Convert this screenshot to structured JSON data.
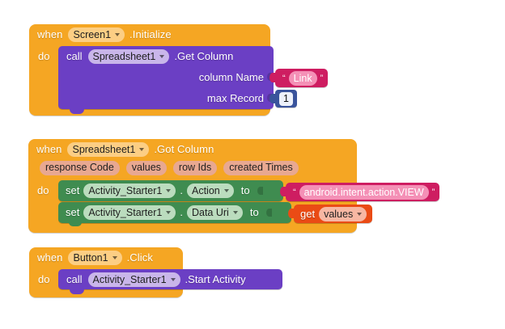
{
  "app": {
    "name": "MIT App Inventor Blocks Editor",
    "canvas_background": "#ffffff"
  },
  "palette": {
    "event_orange": "#F5A623",
    "method_purple": "#6B3FC4",
    "setter_green": "#3F8C50",
    "text_pink": "#CE1D61",
    "number_blue": "#3A549C",
    "variable_red": "#EA4B15",
    "param_chip": "#E8A891"
  },
  "blocks": [
    {
      "id": "screen1-initialize",
      "kind": "event",
      "when_label": "when",
      "component": "Screen1",
      "event": ".Initialize",
      "do_label": "do",
      "body": {
        "kind": "method-call",
        "call_label": "call",
        "component": "Spreadsheet1",
        "method": ".Get Column",
        "args": [
          {
            "name": "column Name",
            "value_kind": "text",
            "value": "Link",
            "open_quote": "“",
            "close_quote": "”"
          },
          {
            "name": "max Record",
            "value_kind": "number",
            "value": "1"
          }
        ]
      }
    },
    {
      "id": "spreadsheet1-gotcolumn",
      "kind": "event",
      "when_label": "when",
      "component": "Spreadsheet1",
      "event": ".Got Column",
      "params": [
        "response Code",
        "values",
        "row Ids",
        "created Times"
      ],
      "do_label": "do",
      "statements": [
        {
          "kind": "setter",
          "set_label": "set",
          "component": "Activity_Starter1",
          "dot": ".",
          "property": "Action",
          "to_label": "to",
          "value_kind": "text",
          "value": "android.intent.action.VIEW",
          "open_quote": "“",
          "close_quote": "”"
        },
        {
          "kind": "setter",
          "set_label": "set",
          "component": "Activity_Starter1",
          "dot": ".",
          "property": "Data Uri",
          "to_label": "to",
          "value_kind": "variable-get",
          "get_label": "get",
          "value": "values"
        }
      ]
    },
    {
      "id": "button1-click",
      "kind": "event",
      "when_label": "when",
      "component": "Button1",
      "event": ".Click",
      "do_label": "do",
      "body": {
        "kind": "method-call",
        "call_label": "call",
        "component": "Activity_Starter1",
        "method": ".Start Activity"
      }
    }
  ]
}
